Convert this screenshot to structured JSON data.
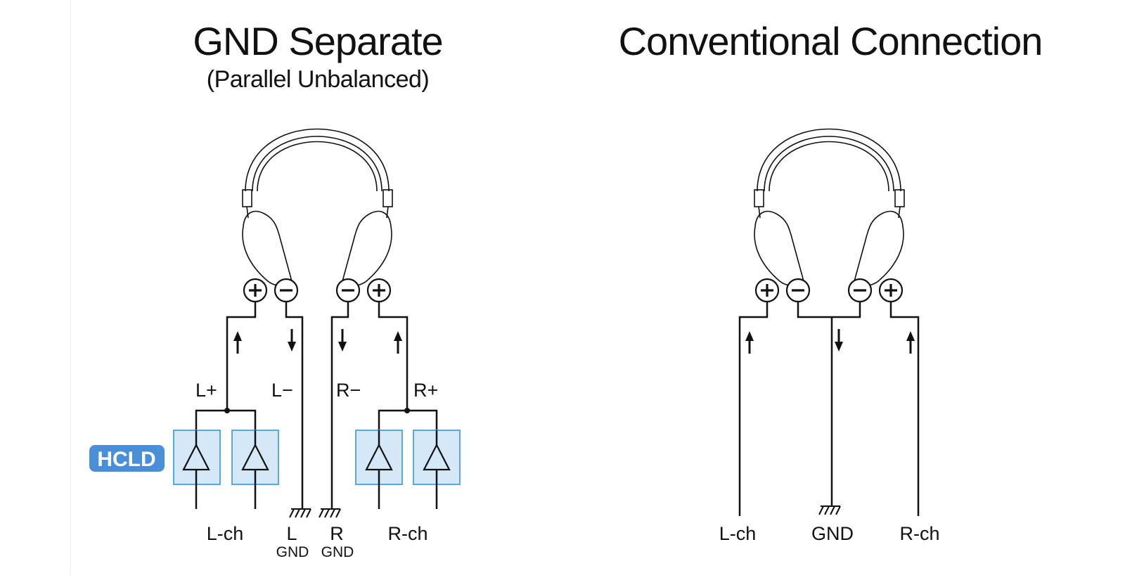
{
  "left_panel": {
    "title": "GND Separate",
    "subtitle": "(Parallel Unbalanced)",
    "badge": "HCLD",
    "wire_labels": {
      "l_plus": "L+",
      "l_minus": "L−",
      "r_minus": "R−",
      "r_plus": "R+"
    },
    "bottom_labels": {
      "l_ch": "L-ch",
      "l_gnd_top": "L",
      "l_gnd_bottom": "GND",
      "r_gnd_top": "R",
      "r_gnd_bottom": "GND",
      "r_ch": "R-ch"
    }
  },
  "right_panel": {
    "title": "Conventional Connection",
    "bottom_labels": {
      "l_ch": "L-ch",
      "gnd": "GND",
      "r_ch": "R-ch"
    }
  },
  "colors": {
    "badge_fill": "#4a90d9",
    "amp_box_fill": "#d4e8f7",
    "amp_box_stroke": "#4a9ede"
  }
}
